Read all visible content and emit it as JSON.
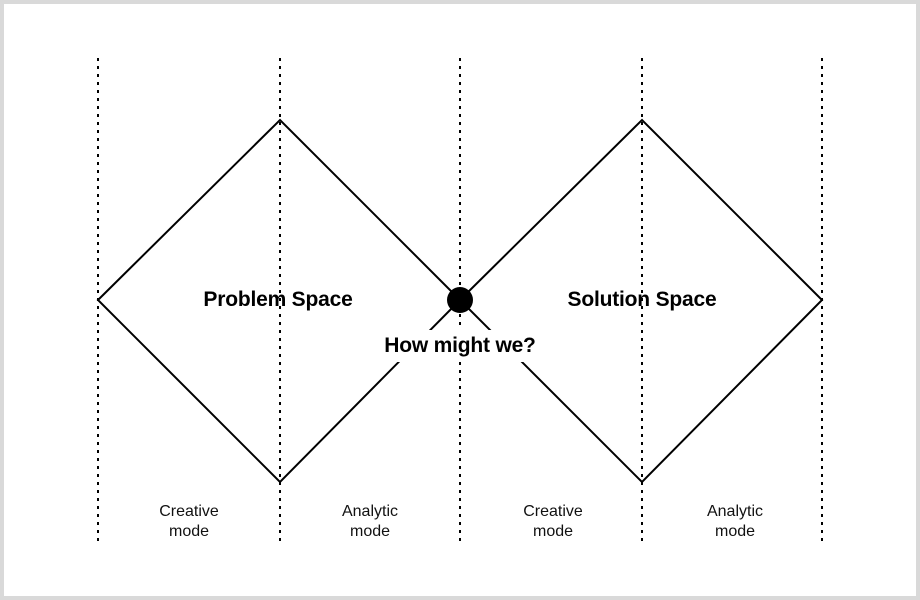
{
  "diagram": {
    "problem_label": "Problem Space",
    "solution_label": "Solution Space",
    "center_label": "How might we?",
    "modes": [
      {
        "line1": "Creative",
        "line2": "mode"
      },
      {
        "line1": "Analytic",
        "line2": "mode"
      },
      {
        "line1": "Creative",
        "line2": "mode"
      },
      {
        "line1": "Analytic",
        "line2": "mode"
      }
    ],
    "colors": {
      "line": "#000000",
      "background": "#ffffff",
      "border": "#d9d9d9"
    }
  }
}
